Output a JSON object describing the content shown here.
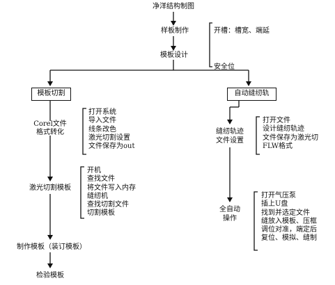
{
  "diagram": {
    "nodes": {
      "top": "净洋结构制图",
      "sample": "样板制作",
      "sample_note": "开槽：槽宽、端延",
      "template_design": "模板设计",
      "safety": "安全位",
      "cut_left": "模板切割",
      "auto_right": "自动缝纫轨",
      "corel_1": "Corel文件",
      "corel_2": "格式转化",
      "laser_cut": "激光切割模板",
      "make_tpl": "制作模板（装订模板）",
      "inspect": "检验模板",
      "track_1": "缝纫轨迹",
      "track_2": "文件设置",
      "auto_op_1": "全自动",
      "auto_op_2": "操作"
    },
    "lists": {
      "corel_steps": [
        "打开系统",
        "导入文件",
        "线条改色",
        "激光切割设置",
        "文件保存为out"
      ],
      "laser_steps": [
        "开机",
        "查找文件",
        "将文件写入内存",
        "缝纫机",
        "查找切割文件",
        "切割模板"
      ],
      "track_steps": [
        "打开文件",
        "设计缝纫轨迹",
        "文件保存为激光切",
        "FLW格式"
      ],
      "auto_steps": [
        "打开气压泵",
        "插上U盘",
        "找到并选定文件",
        "缝放入模板、压框",
        "调位对准，端定后",
        "复位、模拟、缝制"
      ]
    }
  }
}
